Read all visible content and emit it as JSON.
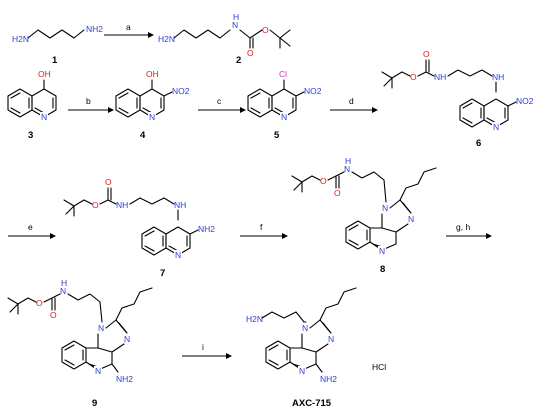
{
  "compounds": {
    "c1": "1",
    "c2": "2",
    "c3": "3",
    "c4": "4",
    "c5": "5",
    "c6": "6",
    "c7": "7",
    "c8": "8",
    "c9": "9",
    "final": "AXC-715"
  },
  "reagents": {
    "a": "a",
    "b": "b",
    "c": "c",
    "d": "d",
    "e": "e",
    "f": "f",
    "gh": "g, h",
    "i": "i"
  },
  "atoms": {
    "h2n": "H2N",
    "nh2": "NH2",
    "nh": "NH",
    "n": "N",
    "o": "O",
    "oh": "OH",
    "no2": "NO2",
    "cl": "Cl",
    "hcl": "HCl",
    "h": "H"
  }
}
